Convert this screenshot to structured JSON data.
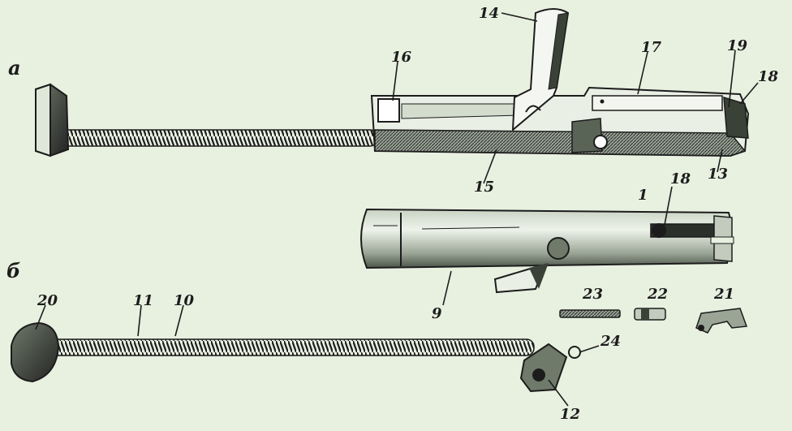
{
  "view_labels": {
    "a": "а",
    "b": "б"
  },
  "part_labels": {
    "p14": "14",
    "p16": "16",
    "p17": "17",
    "p19": "19",
    "p18a": "18",
    "p13": "13",
    "p15": "15",
    "p18b": "18",
    "p1": "1",
    "p9": "9",
    "p20": "20",
    "p11": "11",
    "p10": "10",
    "p23": "23",
    "p22": "22",
    "p21": "21",
    "p24": "24",
    "p12": "12"
  },
  "colors": {
    "background": "#e8f0e0",
    "ink": "#1c1c1c",
    "shade": "#6f7a6a"
  }
}
